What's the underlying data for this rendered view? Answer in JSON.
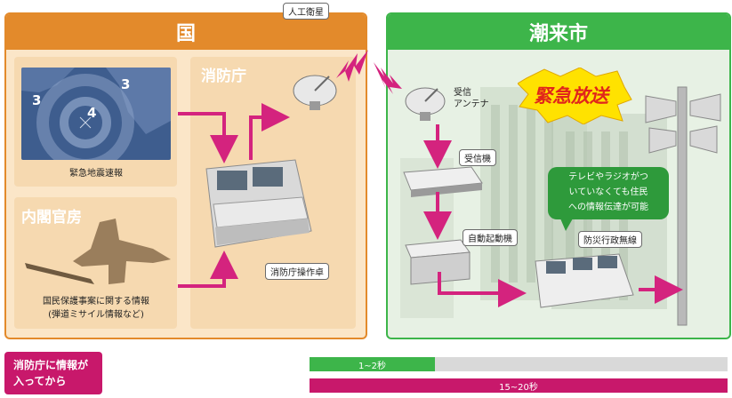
{
  "kuni": {
    "header": "国",
    "jma": {
      "title": "気象庁",
      "intensities": [
        "3",
        "3",
        "4"
      ],
      "caption": "緊急地震速報"
    },
    "fdma": {
      "title": "消防庁",
      "console_label": "消防庁操作卓"
    },
    "cabinet": {
      "title": "内閣官房",
      "caption_line1": "国民保護事案に関する情報",
      "caption_line2": "(弾道ミサイル情報など)"
    }
  },
  "satellite_label": "人工衛星",
  "city": {
    "header": "潮来市",
    "antenna_label_line1": "受信",
    "antenna_label_line2": "アンテナ",
    "emergency_text": "緊急放送",
    "receiver_label": "受信機",
    "auto_starter_label": "自動起動機",
    "disaster_radio_label": "防災行政無線",
    "bubble_lines": [
      "テレビやラジオがつ",
      "いていなくても住民",
      "への情報伝達が可能"
    ]
  },
  "timeline": {
    "label_line1": "消防庁に情報が",
    "label_line2": "入ってから",
    "bar1": {
      "text": "1~2秒",
      "fraction": 0.3
    },
    "bar2": {
      "text": "15~20秒",
      "fraction": 1.0
    }
  },
  "colors": {
    "orange": "#e38a2b",
    "green": "#3db54a",
    "magenta": "#c8186b",
    "arrow": "#d4237e"
  }
}
